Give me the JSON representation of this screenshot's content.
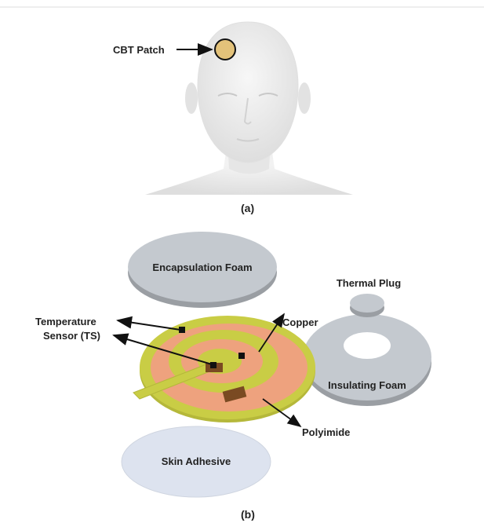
{
  "panel_a": {
    "caption": "(a)",
    "patch_label": "CBT Patch"
  },
  "panel_b": {
    "caption": "(b)",
    "labels": {
      "encapsulation_foam": "Encapsulation Foam",
      "thermal_plug": "Thermal Plug",
      "copper": "Copper",
      "temperature_sensor_line1": "Temperature",
      "temperature_sensor_line2": "Sensor (TS)",
      "insulating_foam": "Insulating Foam",
      "polyimide": "Polyimide",
      "skin_adhesive": "Skin Adhesive"
    }
  },
  "colors": {
    "foam": "#c4c9cf",
    "foam_edge": "#9a9ea3",
    "polyimide": "#c9cd45",
    "copper": "#eea27e",
    "adhesive": "#dde3ef",
    "patch": "#e3c27a"
  }
}
